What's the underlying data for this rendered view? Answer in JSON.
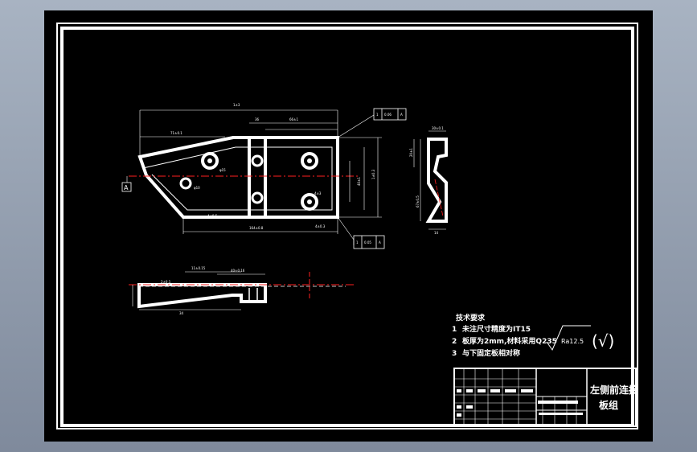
{
  "drawing": {
    "dimensions": {
      "overall_width": "1±3",
      "top_left": "71±0.1",
      "top_mid": "66±1",
      "left_mid": "36",
      "bottom_overall": "164±0.8",
      "bottom_right": "4±0.3",
      "right_height": "1±0.3",
      "right_inner": "40±1",
      "hole_a": "4±0.5",
      "hole_b": "4±3",
      "hole_c": "φ15",
      "hole_d": "φ10",
      "side_width": "30±0.1",
      "side_height": "67±0.5",
      "side_top": "20±1",
      "side_bottom": "14",
      "bottom_view_a": "11±0.15",
      "bottom_view_b": "40±0.16",
      "bottom_view_c": "34",
      "bottom_view_d": "2±0.1"
    },
    "datum_label": "A",
    "tolerance_top": [
      "1",
      "0.06",
      "A"
    ],
    "tolerance_bottom": [
      "1",
      "0.05",
      "A"
    ]
  },
  "tech_requirements": {
    "title": "技术要求",
    "items": [
      {
        "num": "1",
        "text": "未注尺寸精度为IT15"
      },
      {
        "num": "2",
        "text": "板厚为2mm,材料采用Q235"
      },
      {
        "num": "3",
        "text": "与下固定板相对称"
      }
    ],
    "roughness": "Ra12.5",
    "check_symbol": "(√)"
  },
  "title_block": {
    "part_name_line1": "左侧前连接",
    "part_name_line2": "板组"
  }
}
